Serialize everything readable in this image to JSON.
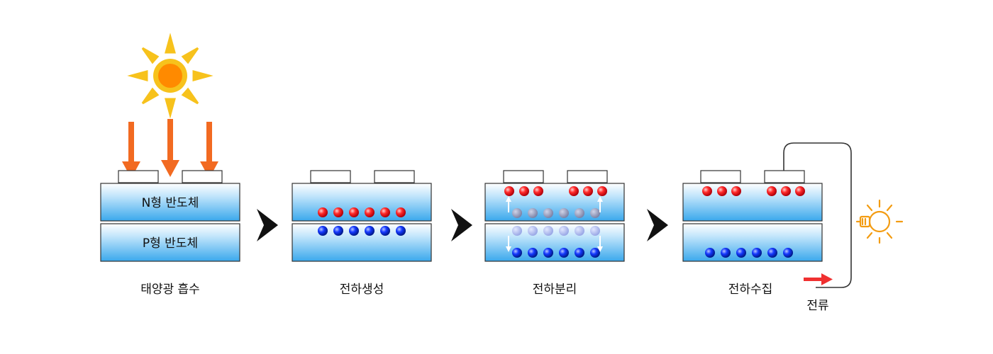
{
  "stages": [
    {
      "caption": "태양광 흡수",
      "top_layer_label": "N형 반도체",
      "bottom_layer_label": "P형 반도체"
    },
    {
      "caption": "전하생성"
    },
    {
      "caption": "전하분리"
    },
    {
      "caption": "전하수집"
    }
  ],
  "current_label": "전류",
  "icons": [
    "sun-icon",
    "light-arrow-icon",
    "step-arrow-icon",
    "light-bulb-icon",
    "current-arrow-icon"
  ],
  "colors": {
    "sun_outer": "#f7c21c",
    "sun_inner": "#ff8a00",
    "light_arrow": "#f26a21",
    "layer_top": "#ffffff",
    "layer_bottom": "#3aa8ec",
    "hole": "#e8101c",
    "electron": "#0a2bd6",
    "step_arrow": "#111111",
    "current_arrow": "#f03030",
    "bulb": "#f39c12"
  }
}
